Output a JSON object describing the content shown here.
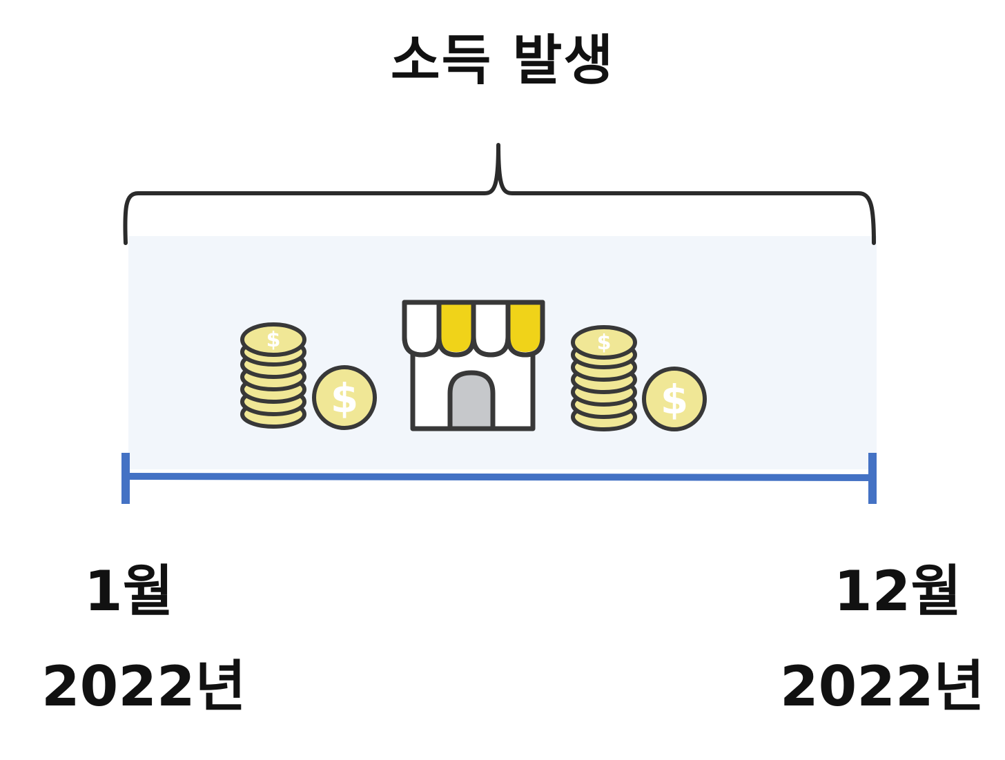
{
  "title": "소득 발생",
  "timeline": {
    "start": {
      "month": "1월",
      "year": "2022년"
    },
    "end": {
      "month": "12월",
      "year": "2022년"
    }
  },
  "icons": [
    "coin-stack-icon",
    "dollar-coin-icon",
    "storefront-icon",
    "coin-stack-icon",
    "dollar-coin-icon"
  ],
  "colors": {
    "timeline": "#4472c4",
    "panel": "#f2f6fb",
    "coin": "#f0e796",
    "awning": "#f0d319",
    "door": "#c6c8cb",
    "outline": "#383838"
  }
}
